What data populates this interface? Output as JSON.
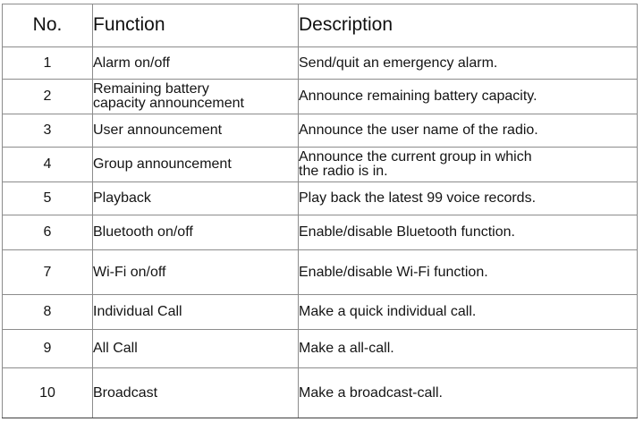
{
  "table": {
    "name": "radio-function-list",
    "columns": [
      {
        "key": "no",
        "label": "No."
      },
      {
        "key": "func",
        "label": "Function"
      },
      {
        "key": "desc",
        "label": "Description"
      }
    ],
    "rows": [
      {
        "no": "1",
        "function": "Alarm on/off",
        "function_lines": [
          "Alarm on/off"
        ],
        "description": "Send/quit an emergency alarm.",
        "description_lines": [
          "Send/quit an emergency alarm."
        ]
      },
      {
        "no": "2",
        "function": "Remaining battery capacity announcement",
        "function_lines": [
          "Remaining battery",
          "capacity announcement"
        ],
        "description": "Announce remaining battery capacity.",
        "description_lines": [
          "Announce remaining battery capacity."
        ]
      },
      {
        "no": "3",
        "function": "User announcement",
        "function_lines": [
          "User announcement"
        ],
        "description": "Announce the user name of the radio.",
        "description_lines": [
          "Announce the user name of the radio."
        ]
      },
      {
        "no": "4",
        "function": "Group announcement",
        "function_lines": [
          "Group announcement"
        ],
        "description": "Announce the current group in which the radio is in.",
        "description_lines": [
          "Announce the current group in which",
          "the radio is in."
        ]
      },
      {
        "no": "5",
        "function": "Playback",
        "function_lines": [
          "Playback"
        ],
        "description": "Play back the latest 99 voice records.",
        "description_lines": [
          "Play back the latest 99 voice records."
        ]
      },
      {
        "no": "6",
        "function": "Bluetooth on/off",
        "function_lines": [
          "Bluetooth on/off"
        ],
        "description": "Enable/disable Bluetooth function.",
        "description_lines": [
          "Enable/disable Bluetooth function."
        ]
      },
      {
        "no": "7",
        "function": "Wi-Fi on/off",
        "function_lines": [
          "Wi-Fi on/off"
        ],
        "description": "Enable/disable Wi-Fi function.",
        "description_lines": [
          "Enable/disable Wi-Fi function."
        ]
      },
      {
        "no": "8",
        "function": "Individual Call",
        "function_lines": [
          "Individual Call"
        ],
        "description": "Make a quick individual call.",
        "description_lines": [
          "Make a quick individual call."
        ]
      },
      {
        "no": "9",
        "function": "All Call",
        "function_lines": [
          "All Call"
        ],
        "description": "Make a all-call.",
        "description_lines": [
          "Make a all-call."
        ]
      },
      {
        "no": "10",
        "function": "Broadcast",
        "function_lines": [
          "Broadcast"
        ],
        "description": "Make a broadcast-call.",
        "description_lines": [
          "Make a broadcast-call."
        ]
      }
    ]
  },
  "style": {
    "page_background": "#ffffff",
    "border_color": "#8c8c8c",
    "outer_border_color": "#6e6e6e",
    "text_color": "#141414",
    "header_text_color": "#111111"
  }
}
